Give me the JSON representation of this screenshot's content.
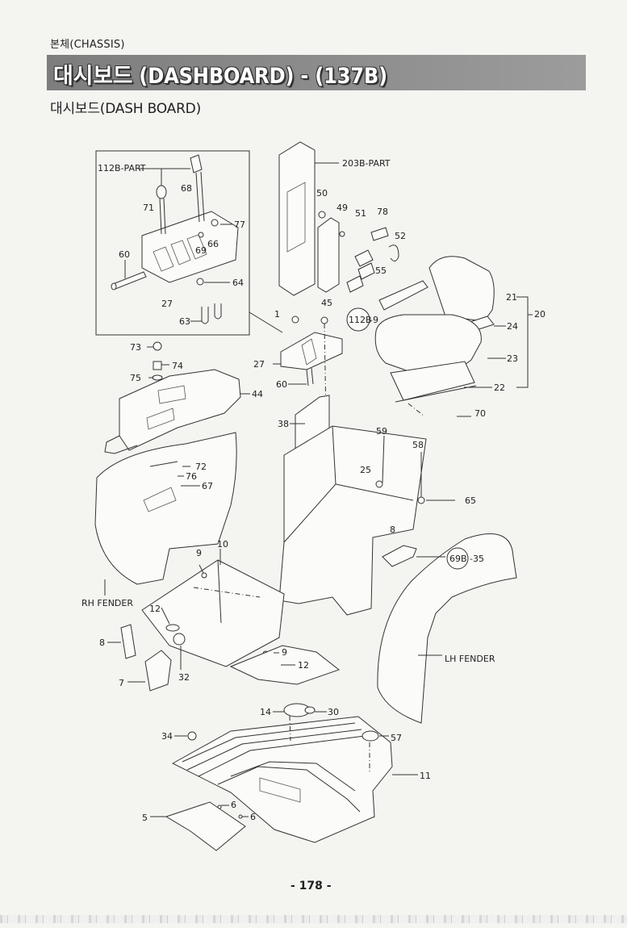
{
  "header": {
    "section": "본체(CHASSIS)",
    "title": "대시보드 (DASHBOARD) - (137B)",
    "subtitle": "대시보드(DASH BOARD)"
  },
  "diagram": {
    "refs": {
      "ref_112b": "112B-PART",
      "ref_203b": "203B-PART",
      "ref_112b_9_circle": "112B",
      "ref_112b_9_tail": "-9",
      "ref_69b_35_circle": "69B",
      "ref_69b_35_tail": "-35"
    },
    "names": {
      "rh_fender": "RH FENDER",
      "lh_fender": "LH FENDER"
    },
    "callouts": {
      "c1": "1",
      "c5": "5",
      "c6a": "6",
      "c6b": "6",
      "c7": "7",
      "c8a": "8",
      "c8b": "8",
      "c9a": "9",
      "c9b": "9",
      "c10": "10",
      "c11": "11",
      "c12a": "12",
      "c12b": "12",
      "c14": "14",
      "c20": "20",
      "c21": "21",
      "c22": "22",
      "c23": "23",
      "c24": "24",
      "c25": "25",
      "c27a": "27",
      "c27b": "27",
      "c30": "30",
      "c32": "32",
      "c34": "34",
      "c38": "38",
      "c44": "44",
      "c45": "45",
      "c49": "49",
      "c50": "50",
      "c51": "51",
      "c52": "52",
      "c55": "55",
      "c57": "57",
      "c58": "58",
      "c59": "59",
      "c60a": "60",
      "c60b": "60",
      "c63": "63",
      "c64": "64",
      "c65": "65",
      "c66": "66",
      "c67": "67",
      "c68": "68",
      "c69": "69",
      "c70": "70",
      "c71": "71",
      "c72": "72",
      "c73": "73",
      "c74": "74",
      "c75": "75",
      "c76": "76",
      "c77": "77",
      "c78": "78"
    }
  },
  "footer": {
    "page_number": "- 178 -"
  }
}
